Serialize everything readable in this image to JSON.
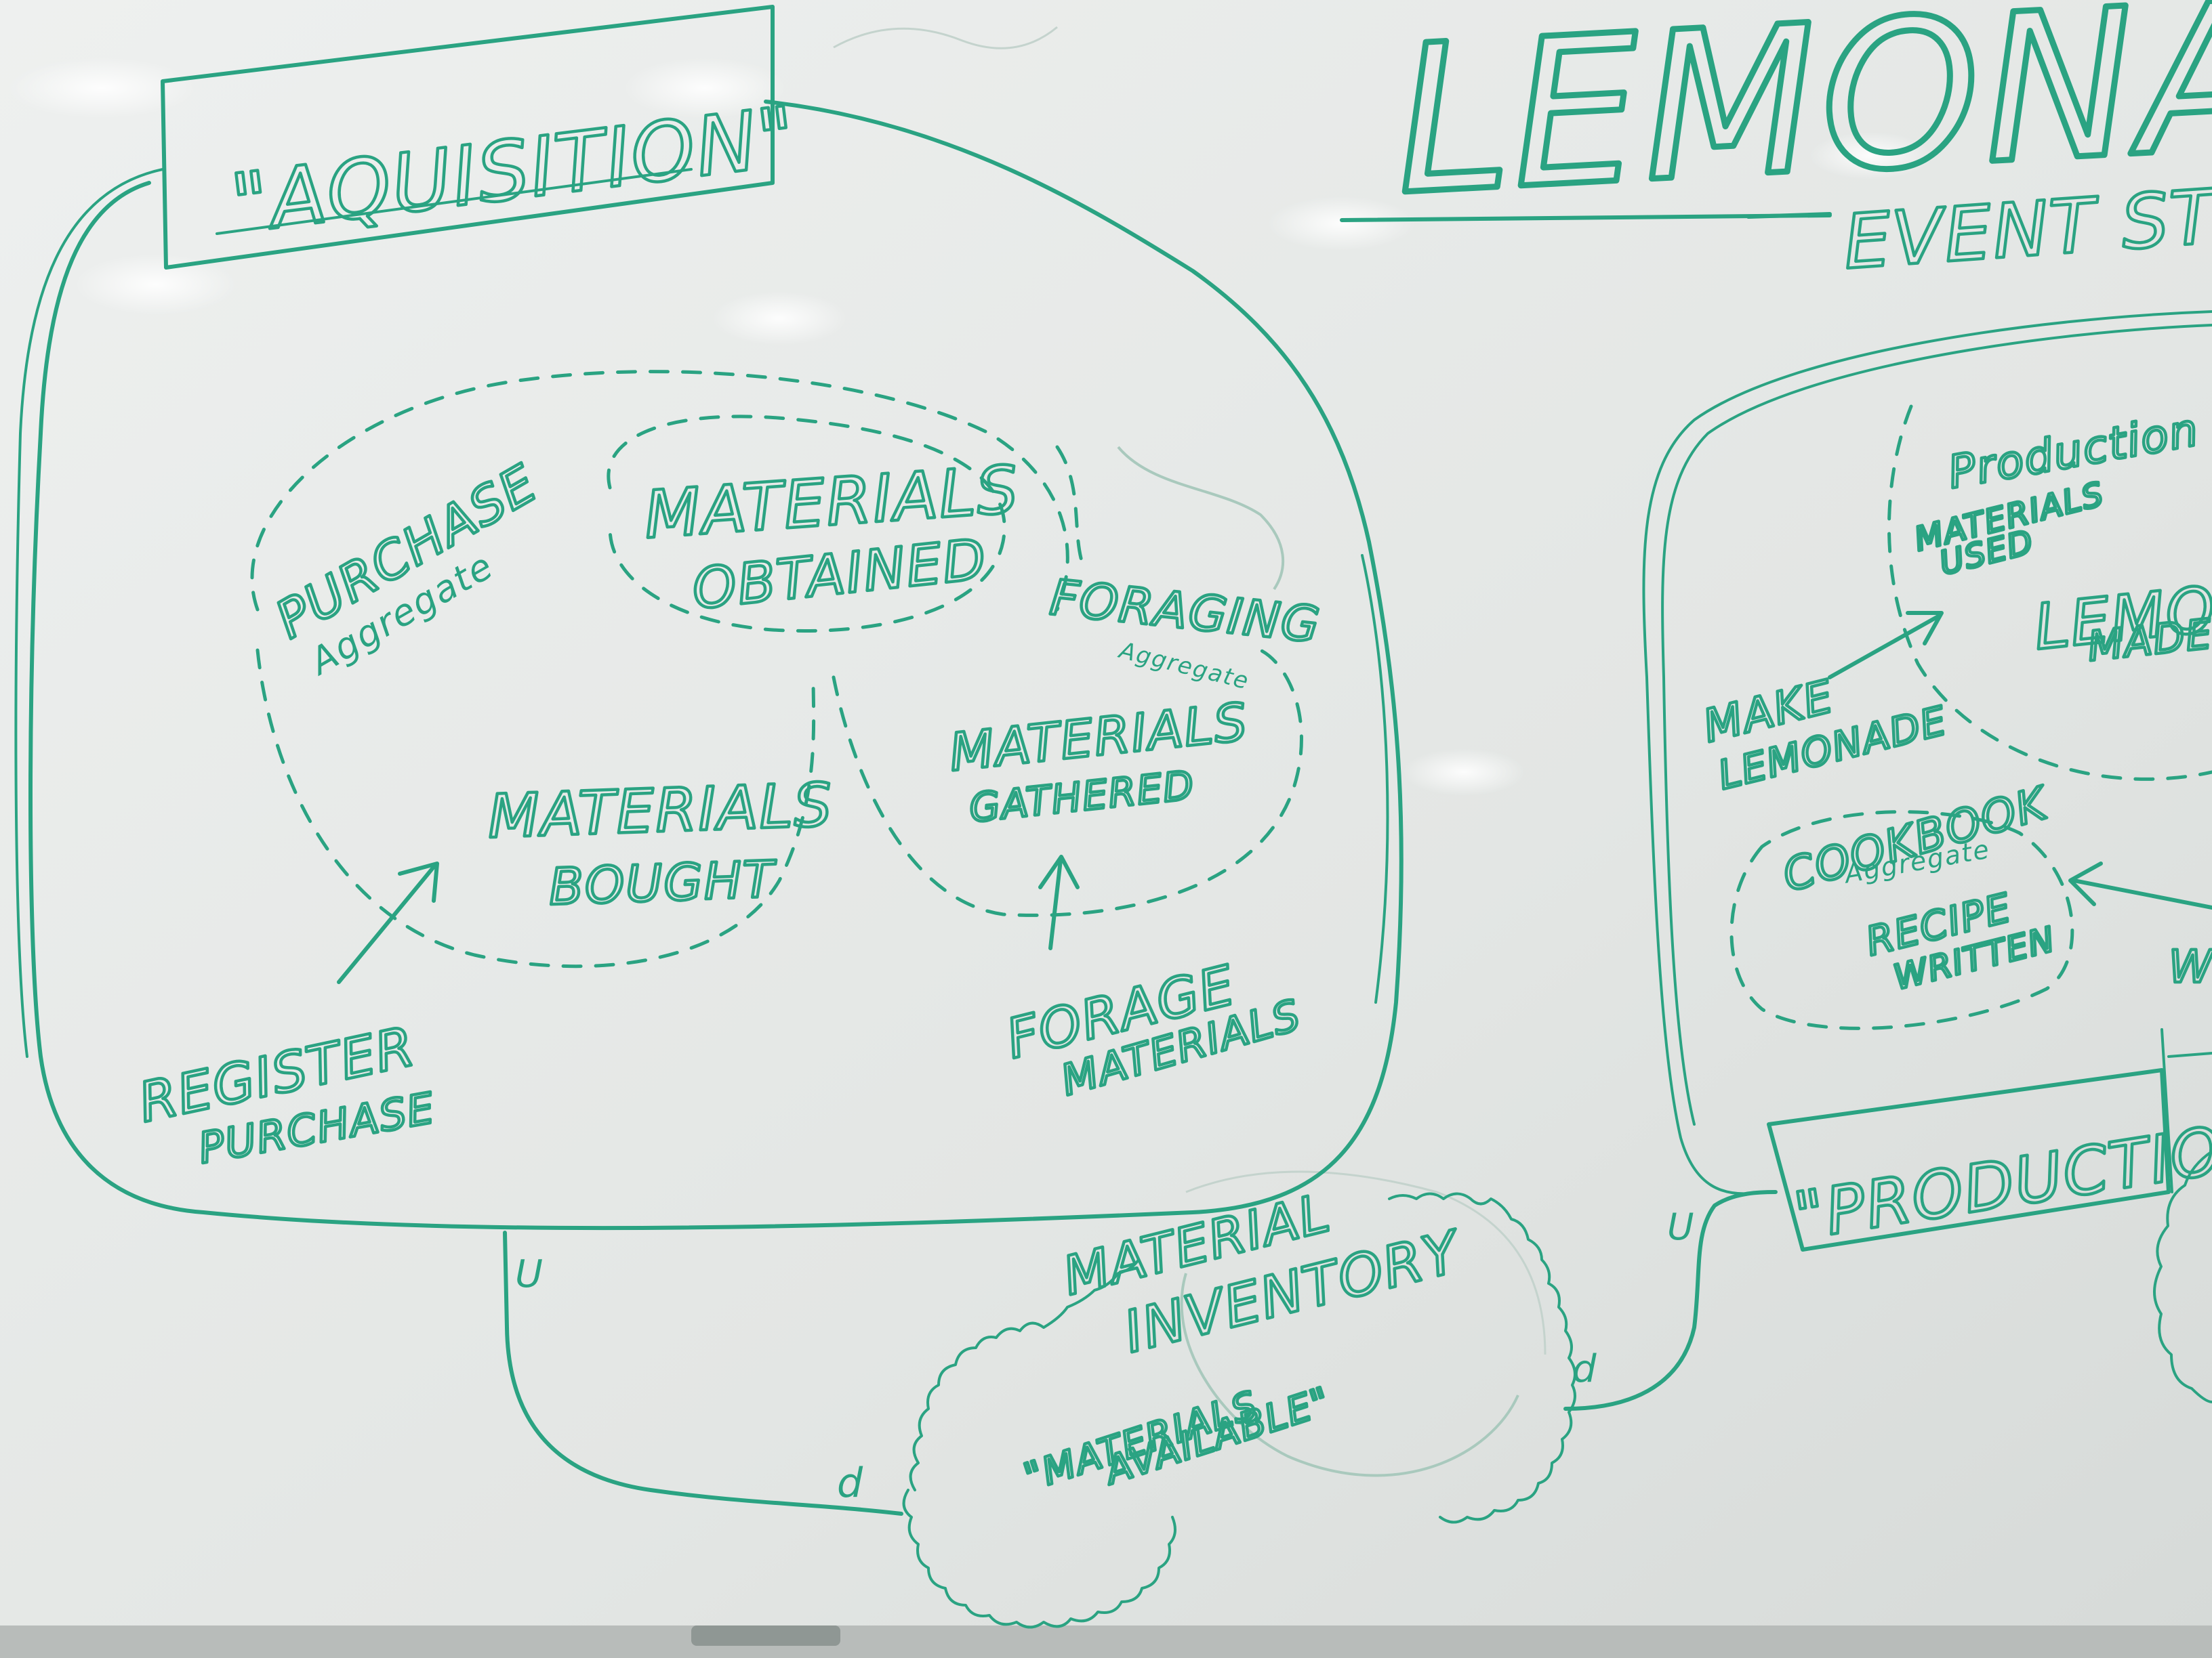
{
  "colors": {
    "marker": "#2aa382",
    "board": "#e6e9e7"
  },
  "acquisition": {
    "title": "\"AQUISITION\"",
    "purchase_aggregate": {
      "name": "PURCHASE",
      "sub": "Aggregate"
    },
    "materials_obtained": {
      "line1": "MATERIALS",
      "line2": "OBTAINED"
    },
    "foraging_aggregate": {
      "name": "FORAGING",
      "sub": "Aggregate"
    },
    "materials_bought": {
      "line1": "MATERIALS",
      "line2": "BOUGHT"
    },
    "materials_gathered": {
      "line1": "MATERIALS",
      "line2": "GATHERED"
    },
    "register_purchase": {
      "line1": "REGISTER",
      "line2": "PURCHASE"
    },
    "forage_materials": {
      "line1": "FORAGE",
      "line2": "MATERIALS"
    }
  },
  "header": {
    "title": "LEMONAD",
    "subtitle": "EVENT ST"
  },
  "inventory": {
    "title_line1": "MATERIAL",
    "title_line2": "INVENTORY",
    "state": "\"MATERIALS",
    "state2": "AVAILABLE\""
  },
  "production": {
    "aggregate": "Production Ag",
    "materials_used_1": "MATERIALS",
    "materials_used_2": "USED",
    "lemonade_made_1": "LEMON",
    "lemonade_made_2": "MADE",
    "make_lemonade_1": "MAKE",
    "make_lemonade_2": "LEMONADE",
    "cookbook": "COOKBOOK",
    "cookbook_sub": "Aggregate",
    "recipe_1": "RECIPE",
    "recipe_2": "WRITTEN",
    "cut_label": "W",
    "title": "\"PRODUCTIONS\""
  },
  "connectors": {
    "upstream_left": "U",
    "downstream_left": "d",
    "downstream_right": "d",
    "upstream_right": "U"
  }
}
